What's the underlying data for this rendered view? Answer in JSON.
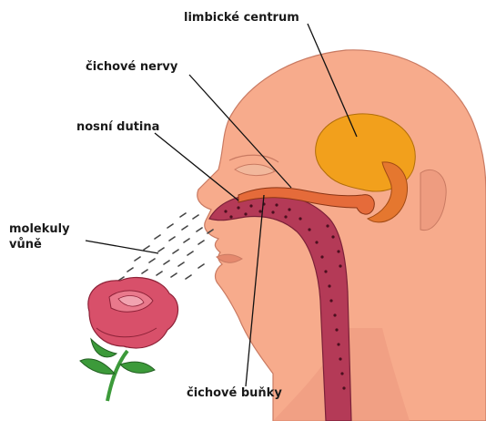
{
  "labels": {
    "limbic": "limbické centrum",
    "nerves": "čichové nervy",
    "nasal_cavity": "nosní dutina",
    "molecules_line1": "molekuly",
    "molecules_line2": "vůně",
    "cells": "čichové buňky"
  },
  "colors": {
    "skin": "#f7ab8c",
    "skin_shadow": "#e8927a",
    "cavity": "#b43a57",
    "limbic": "#f2a01c",
    "rose": "#d8506a",
    "leaf": "#3c9a3a"
  }
}
